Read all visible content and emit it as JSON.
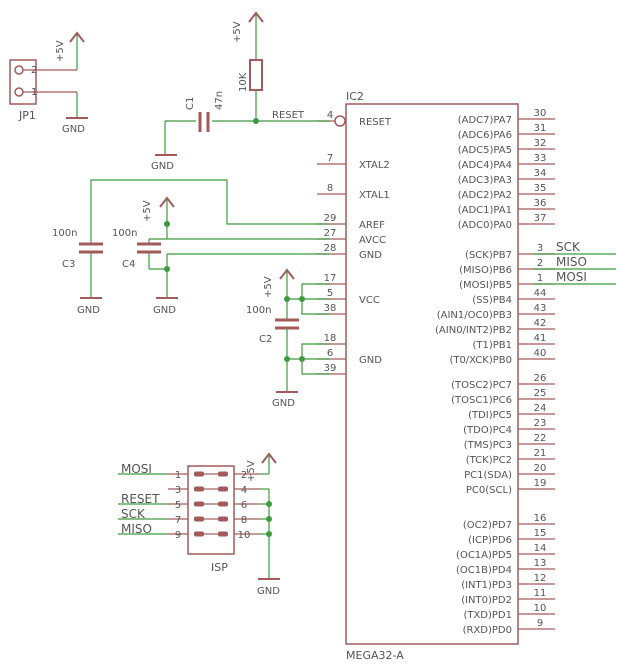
{
  "ic2": {
    "name": "IC2",
    "value": "MEGA32-A",
    "left_pins": [
      {
        "num": "4",
        "name": "RESET"
      },
      {
        "num": "7",
        "name": "XTAL2"
      },
      {
        "num": "8",
        "name": "XTAL1"
      },
      {
        "num": "29",
        "name": "AREF"
      },
      {
        "num": "27",
        "name": "AVCC"
      },
      {
        "num": "28",
        "name": "GND"
      },
      {
        "num": "17",
        "name": ""
      },
      {
        "num": "5",
        "name": "VCC"
      },
      {
        "num": "38",
        "name": ""
      },
      {
        "num": "18",
        "name": ""
      },
      {
        "num": "6",
        "name": "GND"
      },
      {
        "num": "39",
        "name": ""
      }
    ],
    "right_pins": [
      {
        "num": "30",
        "name": "(ADC7)PA7"
      },
      {
        "num": "31",
        "name": "(ADC6)PA6"
      },
      {
        "num": "32",
        "name": "(ADC5)PA5"
      },
      {
        "num": "33",
        "name": "(ADC4)PA4"
      },
      {
        "num": "34",
        "name": "(ADC3)PA3"
      },
      {
        "num": "35",
        "name": "(ADC2)PA2"
      },
      {
        "num": "36",
        "name": "(ADC1)PA1"
      },
      {
        "num": "37",
        "name": "(ADC0)PA0"
      },
      {
        "num": "3",
        "name": "(SCK)PB7"
      },
      {
        "num": "2",
        "name": "(MISO)PB6"
      },
      {
        "num": "1",
        "name": "(MOSI)PB5"
      },
      {
        "num": "44",
        "name": "(SS)PB4"
      },
      {
        "num": "43",
        "name": "(AIN1/OC0)PB3"
      },
      {
        "num": "42",
        "name": "(AIN0/INT2)PB2"
      },
      {
        "num": "41",
        "name": "(T1)PB1"
      },
      {
        "num": "40",
        "name": "(T0/XCK)PB0"
      },
      {
        "num": "26",
        "name": "(TOSC2)PC7"
      },
      {
        "num": "25",
        "name": "(TOSC1)PC6"
      },
      {
        "num": "24",
        "name": "(TDI)PC5"
      },
      {
        "num": "23",
        "name": "(TDO)PC4"
      },
      {
        "num": "22",
        "name": "(TMS)PC3"
      },
      {
        "num": "21",
        "name": "(TCK)PC2"
      },
      {
        "num": "20",
        "name": "PC1(SDA)"
      },
      {
        "num": "19",
        "name": "PC0(SCL)"
      },
      {
        "num": "16",
        "name": "(OC2)PD7"
      },
      {
        "num": "15",
        "name": "(ICP)PD6"
      },
      {
        "num": "14",
        "name": "(OC1A)PD5"
      },
      {
        "num": "13",
        "name": "(OC1B)PD4"
      },
      {
        "num": "12",
        "name": "(INT1)PD3"
      },
      {
        "num": "11",
        "name": "(INT0)PD2"
      },
      {
        "num": "10",
        "name": "(TXD)PD1"
      },
      {
        "num": "9",
        "name": "(RXD)PD0"
      }
    ]
  },
  "nets": {
    "sck": "SCK",
    "miso": "MISO",
    "mosi": "MOSI",
    "reset": "RESET"
  },
  "supply": {
    "vcc": "+5V",
    "gnd": "GND"
  },
  "jp1": {
    "name": "JP1",
    "pins": [
      "2",
      "1"
    ]
  },
  "c1": {
    "name": "C1",
    "value": "47n"
  },
  "r1": {
    "value": "10K"
  },
  "c2": {
    "name": "C2",
    "value": "100n"
  },
  "c3": {
    "name": "C3",
    "value": "100n"
  },
  "c4": {
    "name": "C4",
    "value": "100n"
  },
  "isp": {
    "name": "ISP",
    "rows": [
      {
        "left_net": "MOSI",
        "left_pin": "1",
        "right_pin": "2"
      },
      {
        "left_net": "",
        "left_pin": "3",
        "right_pin": "4"
      },
      {
        "left_net": "RESET",
        "left_pin": "5",
        "right_pin": "6"
      },
      {
        "left_net": "SCK",
        "left_pin": "7",
        "right_pin": "8"
      },
      {
        "left_net": "MISO",
        "left_pin": "9",
        "right_pin": "10"
      }
    ]
  },
  "colors": {
    "wire": "#3f9a3f",
    "part": "#a45a5a",
    "text": "#555555"
  }
}
